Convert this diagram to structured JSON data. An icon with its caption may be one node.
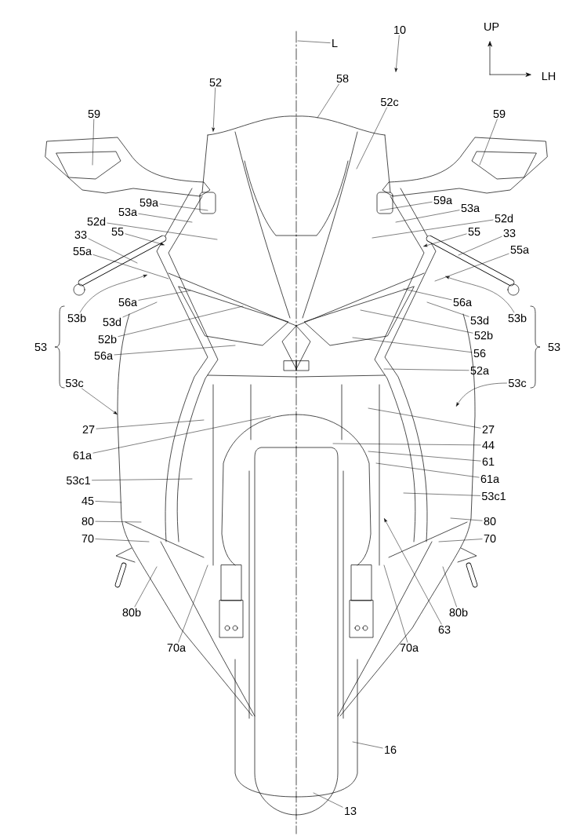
{
  "diagram": {
    "nodes": [
      {
        "text": [
          "10"
        ]
      },
      {
        "text": [
          "L"
        ]
      },
      {
        "text": [
          "52"
        ]
      },
      {
        "text": [
          "58"
        ]
      },
      {
        "text": [
          "52c"
        ]
      },
      {
        "text": [
          "59"
        ]
      },
      {
        "text": [
          "59"
        ]
      },
      {
        "text": [
          "59a"
        ]
      },
      {
        "text": [
          "59a"
        ]
      },
      {
        "text": [
          "53a"
        ]
      },
      {
        "text": [
          "53a"
        ]
      },
      {
        "text": [
          "52d"
        ]
      },
      {
        "text": [
          "52d"
        ]
      },
      {
        "text": [
          "33"
        ]
      },
      {
        "text": [
          "55"
        ]
      },
      {
        "text": [
          "55"
        ]
      },
      {
        "text": [
          "33"
        ]
      },
      {
        "text": [
          "55a"
        ]
      },
      {
        "text": [
          "55a"
        ]
      },
      {
        "text": [
          "56a"
        ]
      },
      {
        "text": [
          "56a"
        ]
      },
      {
        "text": [
          "53b"
        ]
      },
      {
        "text": [
          "53b"
        ]
      },
      {
        "text": [
          "53d"
        ]
      },
      {
        "text": [
          "53d"
        ]
      },
      {
        "text": [
          "52b"
        ]
      },
      {
        "text": [
          "52b"
        ]
      },
      {
        "text": [
          "56"
        ]
      },
      {
        "text": [
          "56a"
        ]
      },
      {
        "text": [
          "52a"
        ]
      },
      {
        "text": [
          "53c"
        ]
      },
      {
        "text": [
          "53c"
        ]
      },
      {
        "text": [
          "27"
        ]
      },
      {
        "text": [
          "27"
        ]
      },
      {
        "text": [
          "61a"
        ]
      },
      {
        "text": [
          "44"
        ]
      },
      {
        "text": [
          "61"
        ]
      },
      {
        "text": [
          "61a"
        ]
      },
      {
        "text": [
          "53c1"
        ]
      },
      {
        "text": [
          "53c1"
        ]
      },
      {
        "text": [
          "45"
        ]
      },
      {
        "text": [
          "80"
        ]
      },
      {
        "text": [
          "80"
        ]
      },
      {
        "text": [
          "70"
        ]
      },
      {
        "text": [
          "70"
        ]
      },
      {
        "text": [
          "80b"
        ]
      },
      {
        "text": [
          "80b"
        ]
      },
      {
        "text": [
          "63"
        ]
      },
      {
        "text": [
          "70a"
        ]
      },
      {
        "text": [
          "70a"
        ]
      },
      {
        "text": [
          "16"
        ]
      },
      {
        "text": [
          "13"
        ]
      }
    ],
    "edges": [
      {
        "from": 0,
        "to": null,
        "arrow": "to"
      },
      {
        "from": 1,
        "to": null,
        "arrow": "none"
      },
      {
        "from": 2,
        "to": null,
        "arrow": "to"
      },
      {
        "from": 3,
        "to": null,
        "arrow": "none"
      },
      {
        "from": 4,
        "to": null,
        "arrow": "none"
      },
      {
        "from": 5,
        "to": null,
        "arrow": "none"
      },
      {
        "from": 6,
        "to": null,
        "arrow": "none"
      },
      {
        "from": 7,
        "to": null,
        "arrow": "none"
      },
      {
        "from": 8,
        "to": null,
        "arrow": "none"
      },
      {
        "from": 9,
        "to": null,
        "arrow": "none"
      },
      {
        "from": 10,
        "to": null,
        "arrow": "none"
      },
      {
        "from": 11,
        "to": null,
        "arrow": "none"
      },
      {
        "from": 12,
        "to": null,
        "arrow": "none"
      },
      {
        "from": 13,
        "to": null,
        "arrow": "none"
      },
      {
        "from": 14,
        "to": null,
        "arrow": "to"
      },
      {
        "from": 15,
        "to": null,
        "arrow": "to"
      },
      {
        "from": 16,
        "to": null,
        "arrow": "none"
      },
      {
        "from": 17,
        "to": null,
        "arrow": "none"
      },
      {
        "from": 18,
        "to": null,
        "arrow": "none"
      },
      {
        "from": 19,
        "to": null,
        "arrow": "none"
      },
      {
        "from": 20,
        "to": null,
        "arrow": "none"
      },
      {
        "from": 21,
        "to": null,
        "arrow": "to"
      },
      {
        "from": 22,
        "to": null,
        "arrow": "to"
      },
      {
        "from": 23,
        "to": null,
        "arrow": "none"
      },
      {
        "from": 24,
        "to": null,
        "arrow": "none"
      },
      {
        "from": 25,
        "to": null,
        "arrow": "none"
      },
      {
        "from": 26,
        "to": null,
        "arrow": "none"
      },
      {
        "from": 27,
        "to": null,
        "arrow": "none"
      },
      {
        "from": 28,
        "to": null,
        "arrow": "none"
      },
      {
        "from": 29,
        "to": null,
        "arrow": "none"
      },
      {
        "from": 30,
        "to": null,
        "arrow": "to"
      },
      {
        "from": 31,
        "to": null,
        "arrow": "to"
      },
      {
        "from": 32,
        "to": null,
        "arrow": "none"
      },
      {
        "from": 33,
        "to": null,
        "arrow": "none"
      },
      {
        "from": 34,
        "to": null,
        "arrow": "none"
      },
      {
        "from": 35,
        "to": null,
        "arrow": "none"
      },
      {
        "from": 36,
        "to": null,
        "arrow": "none"
      },
      {
        "from": 37,
        "to": null,
        "arrow": "none"
      },
      {
        "from": 38,
        "to": null,
        "arrow": "none"
      },
      {
        "from": 39,
        "to": null,
        "arrow": "none"
      },
      {
        "from": 40,
        "to": null,
        "arrow": "none"
      },
      {
        "from": 41,
        "to": null,
        "arrow": "none"
      },
      {
        "from": 42,
        "to": null,
        "arrow": "none"
      },
      {
        "from": 43,
        "to": null,
        "arrow": "none"
      },
      {
        "from": 44,
        "to": null,
        "arrow": "none"
      },
      {
        "from": 45,
        "to": null,
        "arrow": "none"
      },
      {
        "from": 46,
        "to": null,
        "arrow": "none"
      },
      {
        "from": 47,
        "to": null,
        "arrow": "to"
      },
      {
        "from": 48,
        "to": null,
        "arrow": "none"
      },
      {
        "from": 49,
        "to": null,
        "arrow": "none"
      },
      {
        "from": 50,
        "to": null,
        "arrow": "none"
      },
      {
        "from": 51,
        "to": null,
        "arrow": "none"
      }
    ],
    "labels": [
      "UP",
      "LH",
      "53",
      "53"
    ]
  }
}
